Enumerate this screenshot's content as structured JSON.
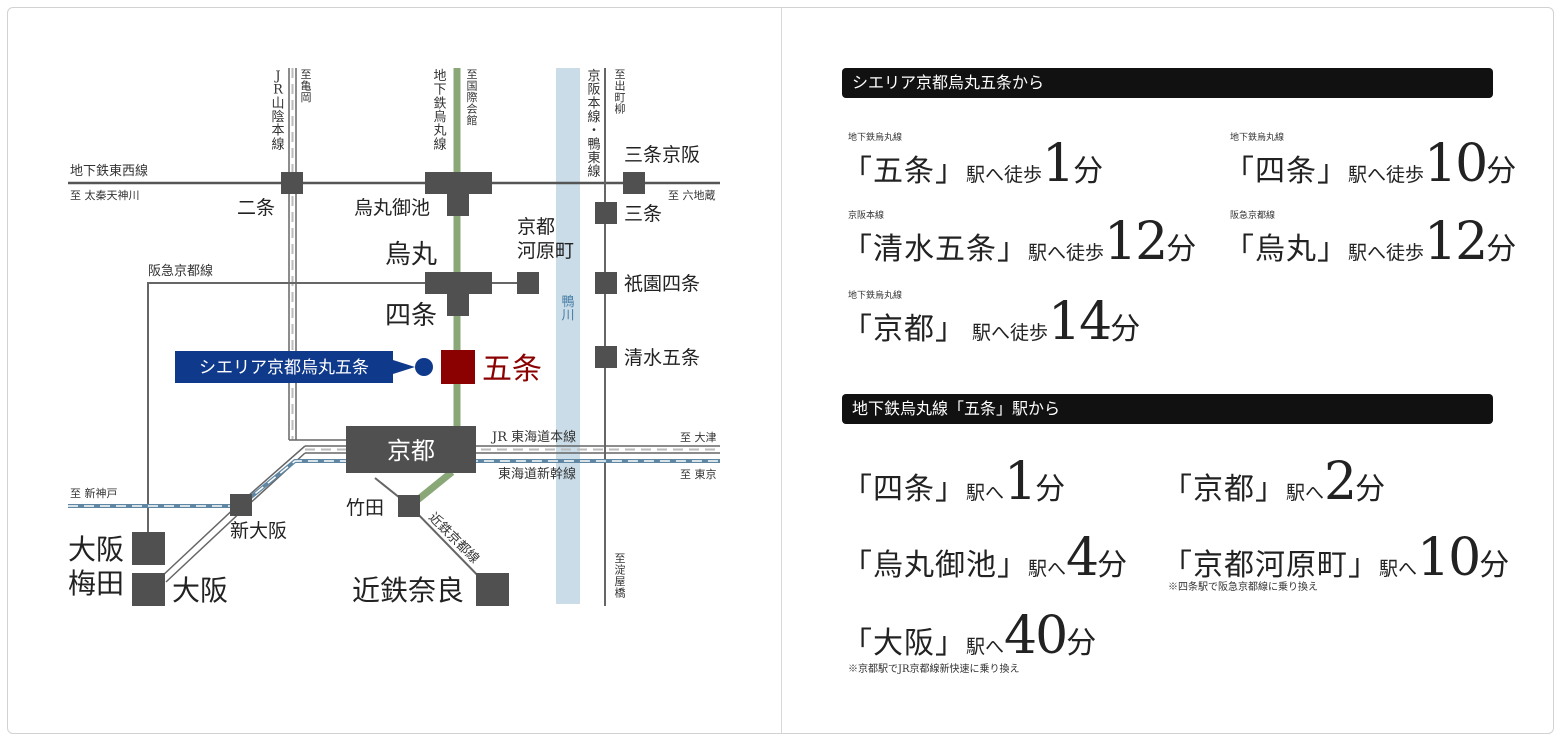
{
  "map": {
    "lines": {
      "tozai": "地下鉄東西線",
      "karasuma": "地下鉄烏丸線",
      "jr_sanin": "JR山陰本線",
      "keihan": "京阪本線・鴨東線",
      "hankyu": "阪急京都線",
      "jr_tokaido": "JR 東海道本線",
      "shinkansen": "東海道新幹線",
      "kintetsu": "近鉄京都線",
      "river": "鴨川"
    },
    "directions": {
      "kameoka": "至亀岡",
      "kokusai": "至国際会館",
      "demachi": "至出町柳",
      "uzumasa": "至 太秦天神川",
      "rokujizo": "至 六地蔵",
      "otsu": "至 大津",
      "tokyo": "至 東京",
      "shinkobe": "至 新神戸",
      "yodoyabashi": "至淀屋橋"
    },
    "stations": {
      "nijo": "二条",
      "karasuma_oike": "烏丸御池",
      "sanjo_keihan": "三条京阪",
      "sanjo": "三条",
      "kyoto_kawaramachi": "京都\n河原町",
      "karasuma": "烏丸",
      "shijo": "四条",
      "gion_shijo": "祇園四条",
      "gojo": "五条",
      "kiyomizu_gojo": "清水五条",
      "kyoto": "京都",
      "takeda": "竹田",
      "shin_osaka": "新大阪",
      "osaka_umeda": "大阪\n梅田",
      "osaka": "大阪",
      "kintetsu_nara": "近鉄奈良"
    },
    "property": "シエリア京都烏丸五条"
  },
  "walk": {
    "heading": "シエリア京都烏丸五条から",
    "items": [
      {
        "line": "地下鉄烏丸線",
        "station": "「五条」",
        "mid": "駅へ徒歩",
        "num": "1",
        "unit": "分"
      },
      {
        "line": "地下鉄烏丸線",
        "station": "「四条」",
        "mid": "駅へ徒歩",
        "num": "10",
        "unit": "分"
      },
      {
        "line": "京阪本線",
        "station": "「清水五条」",
        "mid": "駅へ徒歩",
        "num": "12",
        "unit": "分"
      },
      {
        "line": "阪急京都線",
        "station": "「烏丸」",
        "mid": "駅へ徒歩",
        "num": "12",
        "unit": "分"
      },
      {
        "line": "地下鉄烏丸線",
        "station": "「京都」",
        "mid": " 駅へ徒歩",
        "num": "14",
        "unit": "分"
      }
    ]
  },
  "train": {
    "heading": "地下鉄烏丸線「五条」駅から",
    "items": [
      {
        "station": "「四条」",
        "mid": "駅へ",
        "num": "1",
        "unit": "分",
        "note": ""
      },
      {
        "station": "「京都」",
        "mid": "駅へ",
        "num": "2",
        "unit": "分",
        "note": ""
      },
      {
        "station": "「烏丸御池」",
        "mid": "駅へ",
        "num": "4",
        "unit": "分",
        "note": ""
      },
      {
        "station": "「京都河原町」",
        "mid": "駅へ",
        "num": "10",
        "unit": "分",
        "note": "※四条駅で阪急京都線に乗り換え"
      },
      {
        "station": "「大阪」",
        "mid": "駅へ",
        "num": "40",
        "unit": "分",
        "note": "※京都駅でJR京都線新快速に乗り換え"
      }
    ]
  },
  "colors": {
    "station": "#505050",
    "karasuma_line": "#8aa877",
    "river": "#c9dce8",
    "property_label": "#0f3a8c",
    "gojo": "#8b0000",
    "shinkansen": "#5f87a4"
  }
}
